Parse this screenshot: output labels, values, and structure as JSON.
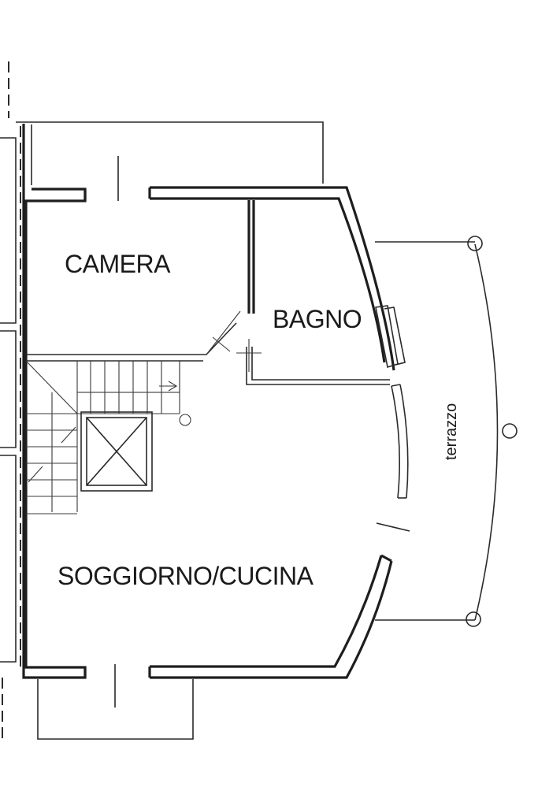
{
  "rooms": {
    "camera": "CAMERA",
    "bagno": "BAGNO",
    "soggiorno": "SOGGIORNO/CUCINA",
    "terrazzo": "terrazzo"
  }
}
